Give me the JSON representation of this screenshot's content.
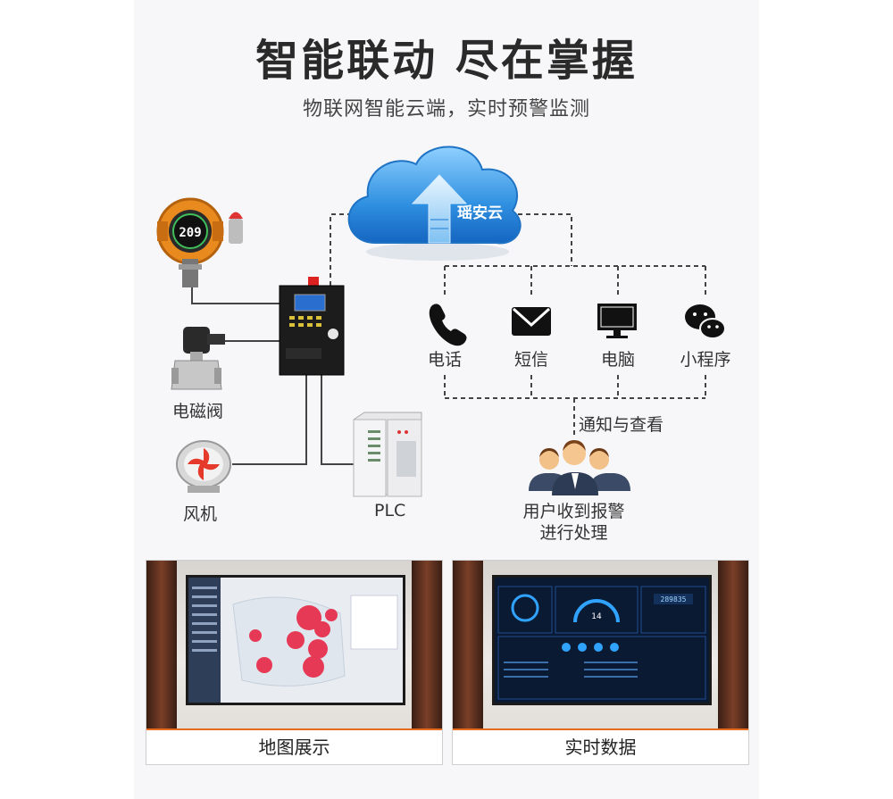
{
  "header": {
    "title": "智能联动 尽在掌握",
    "subtitle": "物联网智能云端，实时预警监测"
  },
  "cloud": {
    "label": "瑶安云"
  },
  "detector": {
    "display": "209"
  },
  "devices": {
    "valve": "电磁阀",
    "fan": "风机",
    "plc": "PLC"
  },
  "notify": {
    "channels": [
      {
        "label": "电话",
        "icon": "phone-icon"
      },
      {
        "label": "短信",
        "icon": "message-icon"
      },
      {
        "label": "电脑",
        "icon": "computer-icon"
      },
      {
        "label": "小程序",
        "icon": "wechat-icon"
      }
    ],
    "check_label": "通知与查看",
    "users_line1": "用户收到报警",
    "users_line2": "进行处理"
  },
  "photos": {
    "map_caption": "地图展示",
    "data_caption": "实时数据",
    "screen_counter": "289835",
    "screen_gauge": "14"
  },
  "colors": {
    "accent": "#e86a1f",
    "cloud": "#2f8fe0",
    "dashed": "#444444"
  }
}
